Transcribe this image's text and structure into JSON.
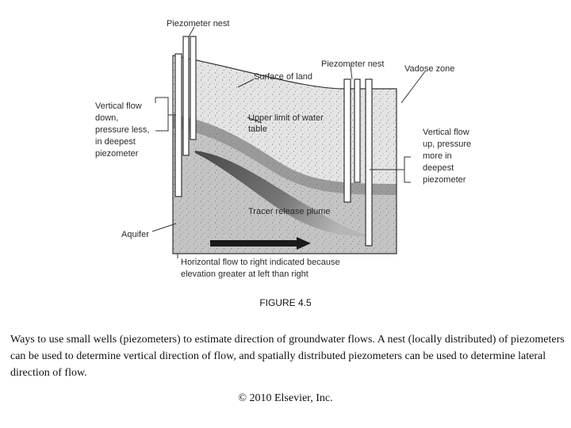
{
  "diagram": {
    "labels": {
      "piezometer_nest_left": "Piezometer nest",
      "piezometer_nest_right": "Piezometer nest",
      "vadose_zone": "Vadose zone",
      "surface_of_land": "Surface of land",
      "upper_limit_line1": "Upper limit of water",
      "upper_limit_line2": "table",
      "vertical_flow_down": [
        "Vertical flow",
        "down,",
        "pressure less,",
        "in deepest",
        "piezometer"
      ],
      "vertical_flow_up": [
        "Vertical flow",
        "up, pressure",
        "more in",
        "deepest",
        "piezometer"
      ],
      "tracer_plume": "Tracer release plume",
      "aquifer": "Aquifer",
      "horizontal_flow_line1": "Horizontal flow to right indicated because",
      "horizontal_flow_line2": "elevation greater at left than right"
    },
    "colors": {
      "vadose": "#e4e4e4",
      "saturated": "#c4c4c4",
      "fringe": "#9a9a9a",
      "plume": "#666666",
      "arrow": "#1a1a1a",
      "outline": "#333333"
    }
  },
  "figure_label": "FIGURE 4.5",
  "caption": "Ways to use small wells (piezometers) to estimate direction of groundwater flows. A nest (locally distributed) of piezometers can be used to determine vertical direction of flow, and spatially distributed piezometers can be used to determine lateral direction of flow.",
  "copyright": "© 2010 Elsevier, Inc."
}
